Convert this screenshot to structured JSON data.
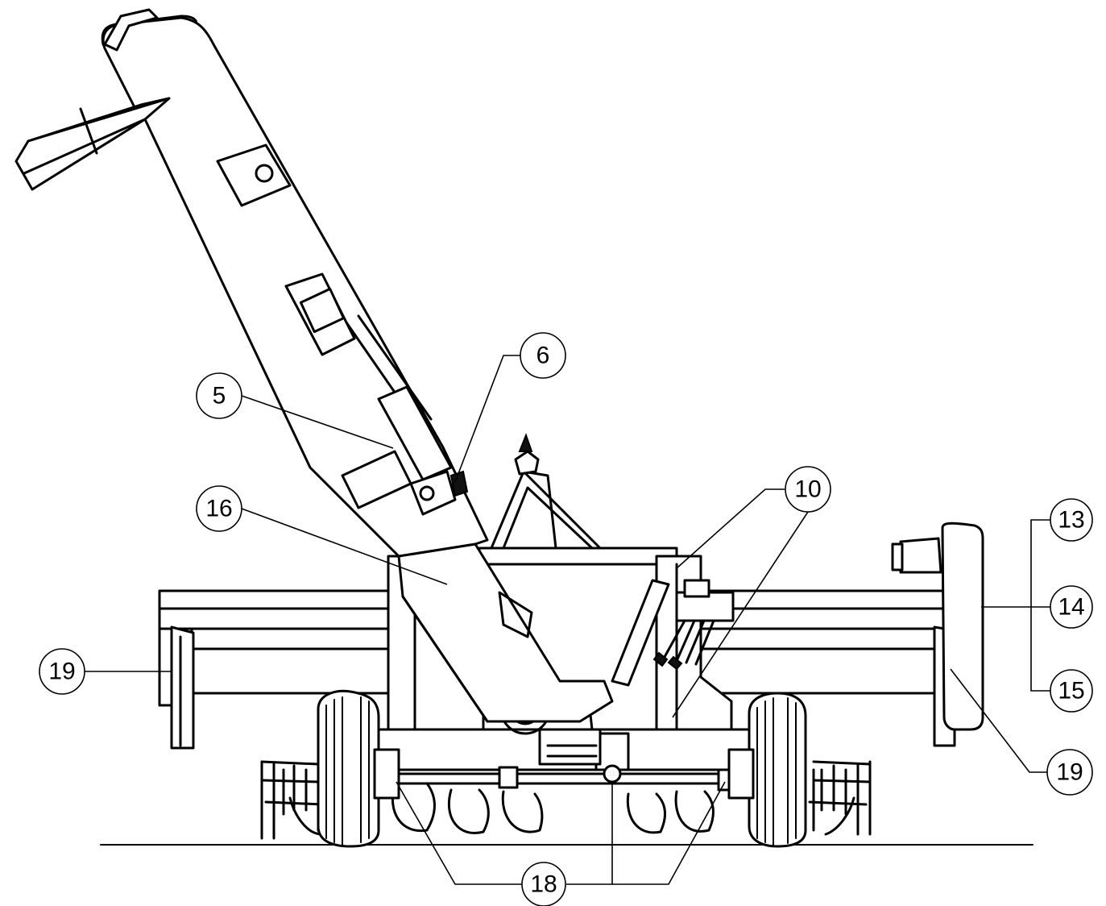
{
  "callouts": {
    "c5": "5",
    "c6": "6",
    "c10": "10",
    "c13": "13",
    "c14": "14",
    "c15": "15",
    "c16": "16",
    "c18": "18",
    "c19_left": "19",
    "c19_right": "19"
  }
}
